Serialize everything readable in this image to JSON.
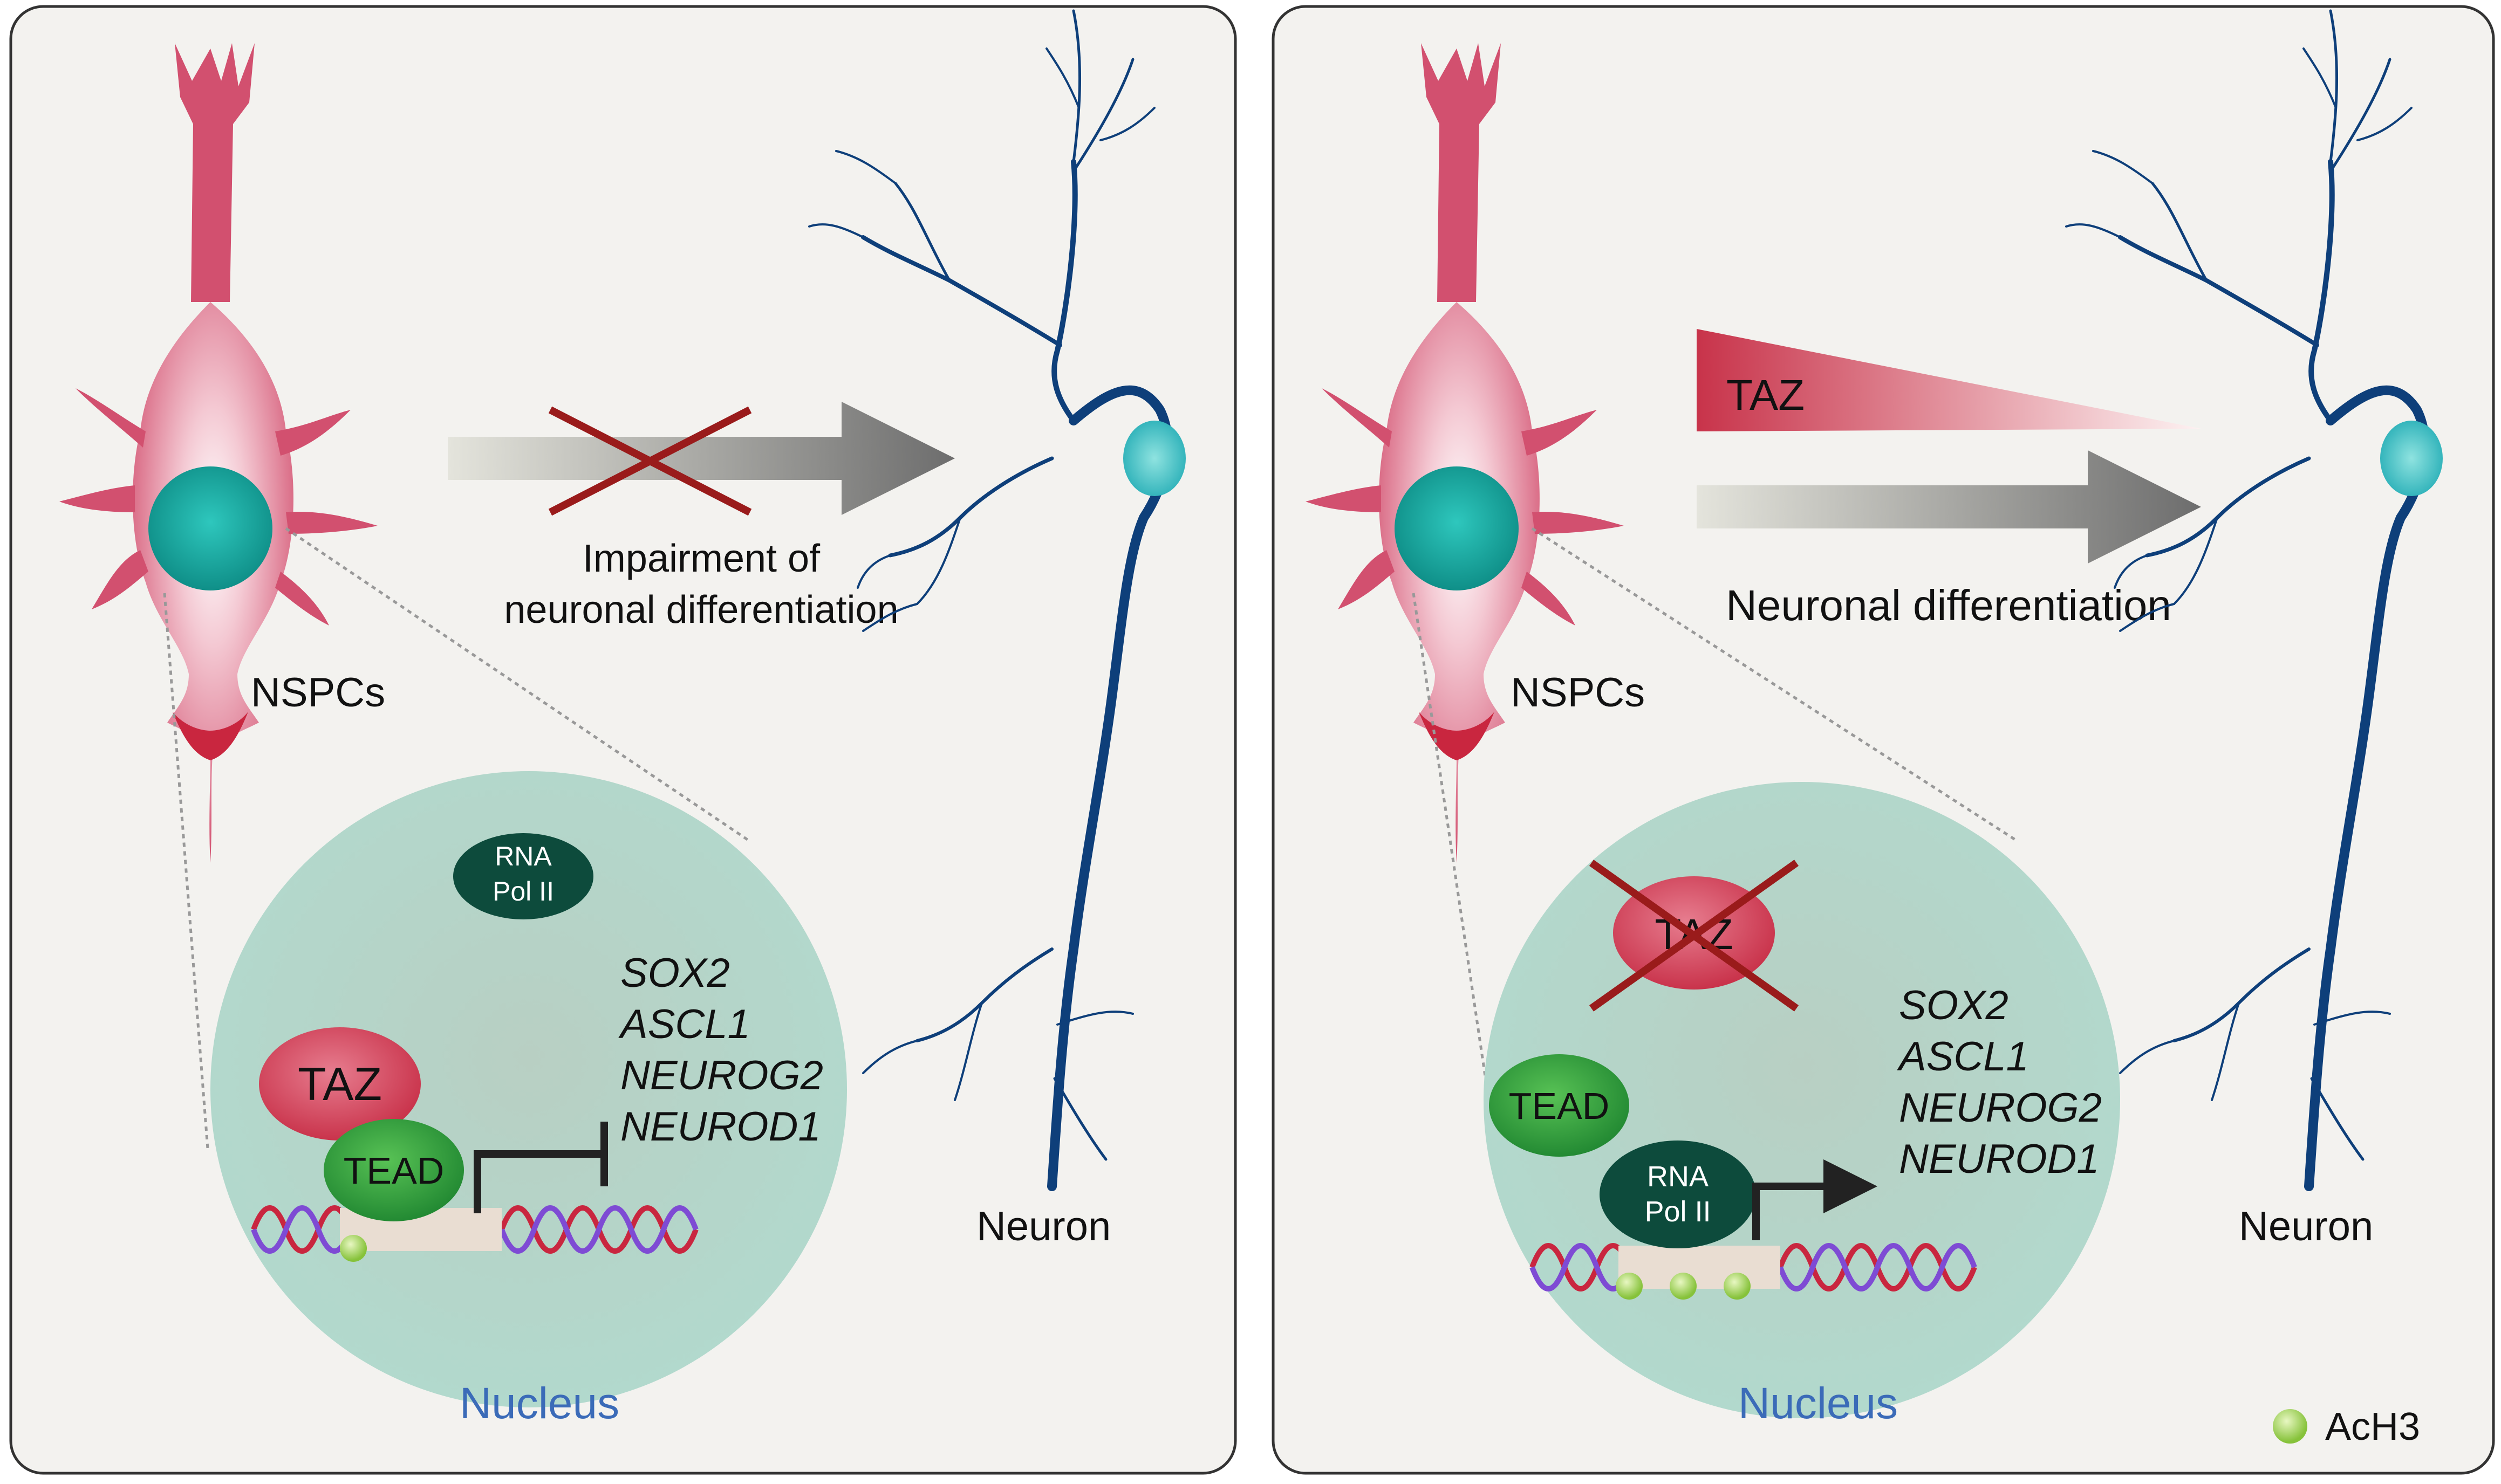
{
  "left_panel": {
    "cell_label": "NSPCs",
    "arrow_label_line1": "Impairment of",
    "arrow_label_line2": "neuronal differentiation",
    "neuron_label": "Neuron",
    "nucleus_label": "Nucleus",
    "pol_line1": "RNA",
    "pol_line2": "Pol II",
    "taz_label": "TAZ",
    "tead_label": "TEAD",
    "genes": [
      "SOX2",
      "ASCL1",
      "NEUROG2",
      "NEUROD1"
    ]
  },
  "right_panel": {
    "cell_label": "NSPCs",
    "taz_gradient_label": "TAZ",
    "arrow_label": "Neuronal differentiation",
    "neuron_label": "Neuron",
    "nucleus_label": "Nucleus",
    "taz_label": "TAZ",
    "tead_label": "TEAD",
    "pol_line1": "RNA",
    "pol_line2": "Pol II",
    "genes": [
      "SOX2",
      "ASCL1",
      "NEUROG2",
      "NEUROD1"
    ]
  },
  "legend": {
    "label": "AcH3"
  },
  "colors": {
    "panel_bg": "#f3f2ef",
    "nspc_pink": "#d2506f",
    "nspc_dark": "#c9263f",
    "nucleus_teal": "#149e96",
    "nucleus_zoom": "#b1d8cc",
    "neuron_blue": "#0e3f7a",
    "taz_red": "#d5566e",
    "tead_green": "#2a9a3c",
    "pol_darkgreen": "#0d4b3c",
    "cross_red": "#9a1b1b",
    "nucleus_text_blue": "#3b6bb8",
    "ach3_green": "#9bd24d"
  }
}
